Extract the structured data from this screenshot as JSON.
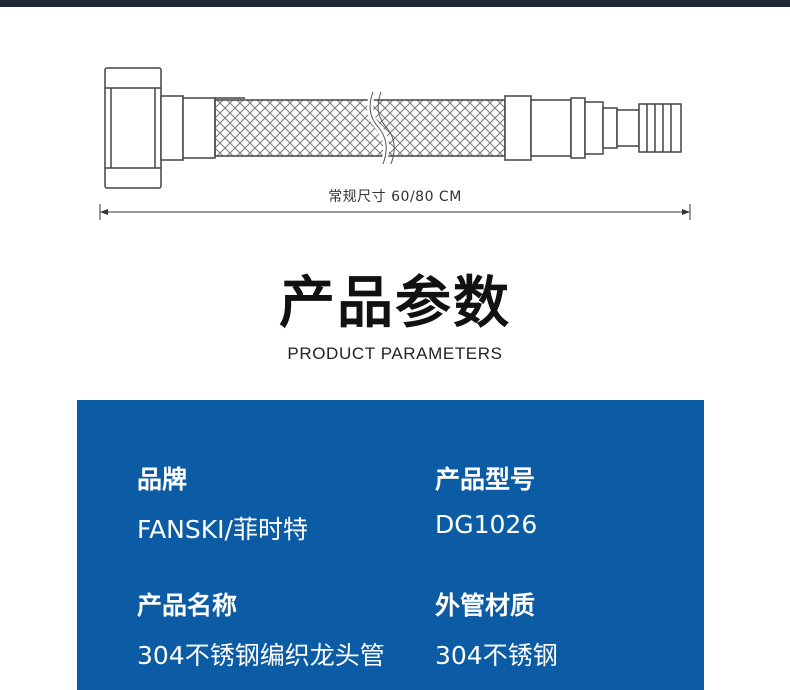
{
  "header": {},
  "diagram": {
    "dimension_label": "常规尺寸 60/80 CM"
  },
  "section": {
    "title": "产品参数",
    "subtitle": "PRODUCT PARAMETERS"
  },
  "params": [
    {
      "label": "品牌",
      "value": "FANSKI/菲时特"
    },
    {
      "label": "产品型号",
      "value": "DG1026"
    },
    {
      "label": "产品名称",
      "value": "304不锈钢编织龙头管"
    },
    {
      "label": "外管材质",
      "value": "304不锈钢"
    }
  ],
  "colors": {
    "panel": "#0c5ba5",
    "top_bar": "#1f2833"
  },
  "icons": [
    "braided-hose-illustration"
  ]
}
